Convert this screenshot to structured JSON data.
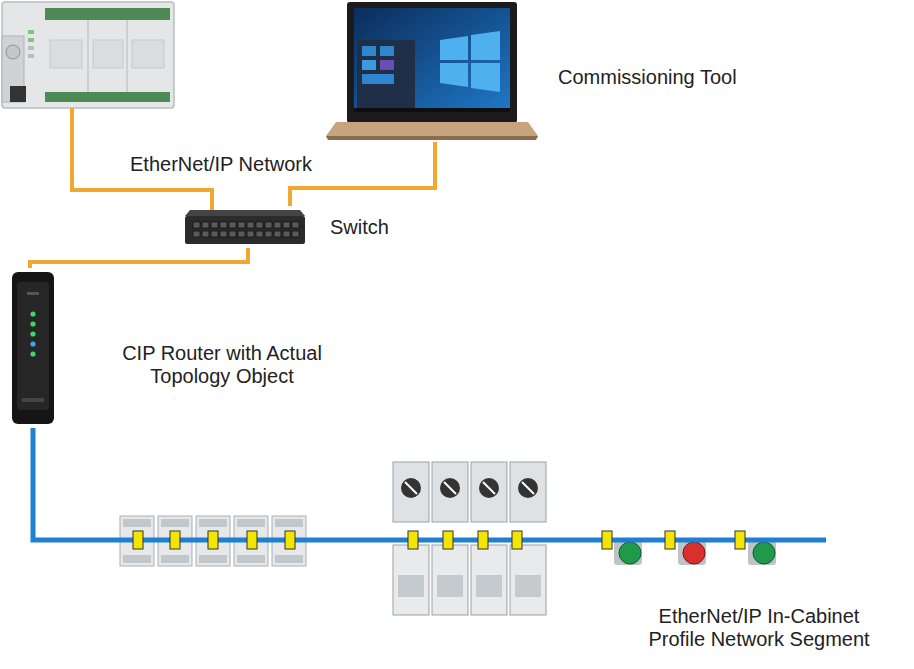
{
  "diagram": {
    "nodes": [
      {
        "text": [
          "Commissioning Tool"
        ]
      },
      {
        "text": [
          "Switch"
        ]
      },
      {
        "text": [
          "CIP Router with Actual Topology Object"
        ]
      },
      {
        "text": [
          "EtherNet/IP In-Cabinet Profile Network Segment"
        ]
      }
    ],
    "edges": [
      {
        "from": 0,
        "to": 1,
        "arrow": "none"
      },
      {
        "from": 1,
        "to": 2,
        "arrow": "none"
      },
      {
        "from": 2,
        "to": 3,
        "arrow": "none"
      }
    ],
    "labels": [
      "EtherNet/IP Network"
    ]
  }
}
